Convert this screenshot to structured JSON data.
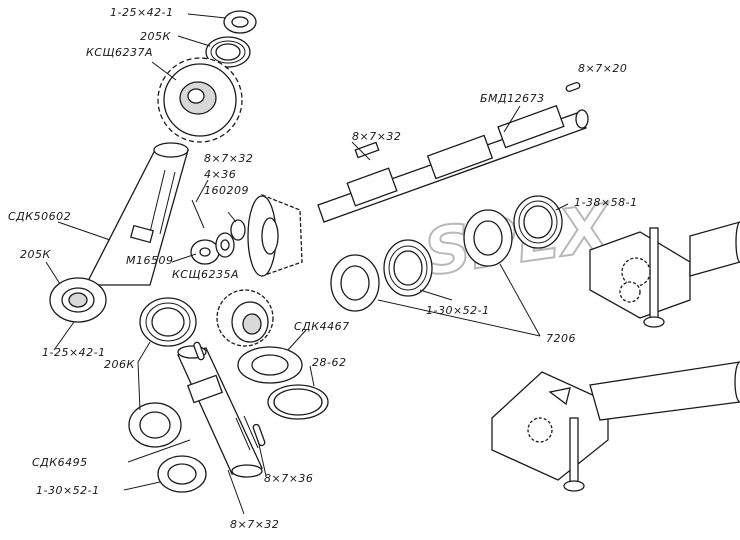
{
  "colors": {
    "ink": "#1a1a1a",
    "paper": "#ffffff",
    "watermark": "#b8b8b8"
  },
  "watermark": "SPEX",
  "labels": {
    "bearing_top": "1-25×42-1",
    "bearing_205k_top": "205К",
    "sprocket_ksh6237a": "КСЩ6237А",
    "key_8x7x20": "8×7×20",
    "shaft_bmd12673": "БМД12673",
    "key_8x7x32_top": "8×7×32",
    "key_8x7x32_mid": "8×7×32",
    "pin_4x36": "4×36",
    "ring_160209": "160209",
    "shaft_sdk50602": "СДК50602",
    "nut_m16509": "М16509",
    "washer_ksh6235a": "КСЩ6235А",
    "bearing_205k_left": "205К",
    "bearing_1_25x42_bottom": "1-25×42-1",
    "bearing_1_38x58": "1-38×58-1",
    "bearing_1_30x52_mid": "1-30×52-1",
    "bearing_7206": "7206",
    "bearing_206k": "206К",
    "flange_sdk4467": "СДК4467",
    "ring_28_62": "28-62",
    "shaft_sdk6495": "СДК6495",
    "bearing_1_30x52_bottom": "1-30×52-1",
    "key_8x7x36": "8×7×36",
    "key_8x7x32_bottom": "8×7×32"
  }
}
